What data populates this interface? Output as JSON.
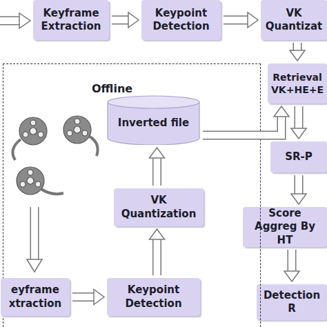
{
  "diagram": {
    "nodes": [
      {
        "text": [
          "Keyframe Extraction"
        ]
      },
      {
        "text": [
          "Keypoint Detection"
        ]
      },
      {
        "text": [
          "VK Quantizat"
        ]
      },
      {
        "text": [
          "Retrieval VK+HE+E"
        ]
      },
      {
        "text": [
          "SR-P"
        ]
      },
      {
        "text": [
          "Score Aggreg By HT"
        ]
      },
      {
        "text": [
          "Detection R"
        ]
      },
      {
        "text": [
          "Offline"
        ]
      },
      {
        "text": [
          "Inverted file"
        ],
        "in": 7
      },
      {
        "text": [
          "VK Quantization"
        ],
        "in": 7
      },
      {
        "text": [
          "eyframe xtraction"
        ],
        "in": 7
      },
      {
        "text": [
          "Keypoint Detection"
        ],
        "in": 7
      }
    ],
    "edges": [
      {
        "from": 0,
        "to": 1,
        "arrow": "to"
      },
      {
        "from": 1,
        "to": 2,
        "arrow": "to"
      },
      {
        "from": 2,
        "to": 3,
        "arrow": "to"
      },
      {
        "from": 3,
        "to": 4,
        "arrow": "to"
      },
      {
        "from": 4,
        "to": 5,
        "arrow": "to"
      },
      {
        "from": 5,
        "to": 6,
        "arrow": "to"
      },
      {
        "from": 10,
        "to": 11,
        "arrow": "to"
      },
      {
        "from": 11,
        "to": 9,
        "arrow": "to"
      },
      {
        "from": 9,
        "to": 8,
        "arrow": "to"
      },
      {
        "from": 8,
        "to": 3,
        "arrow": "to"
      }
    ]
  }
}
